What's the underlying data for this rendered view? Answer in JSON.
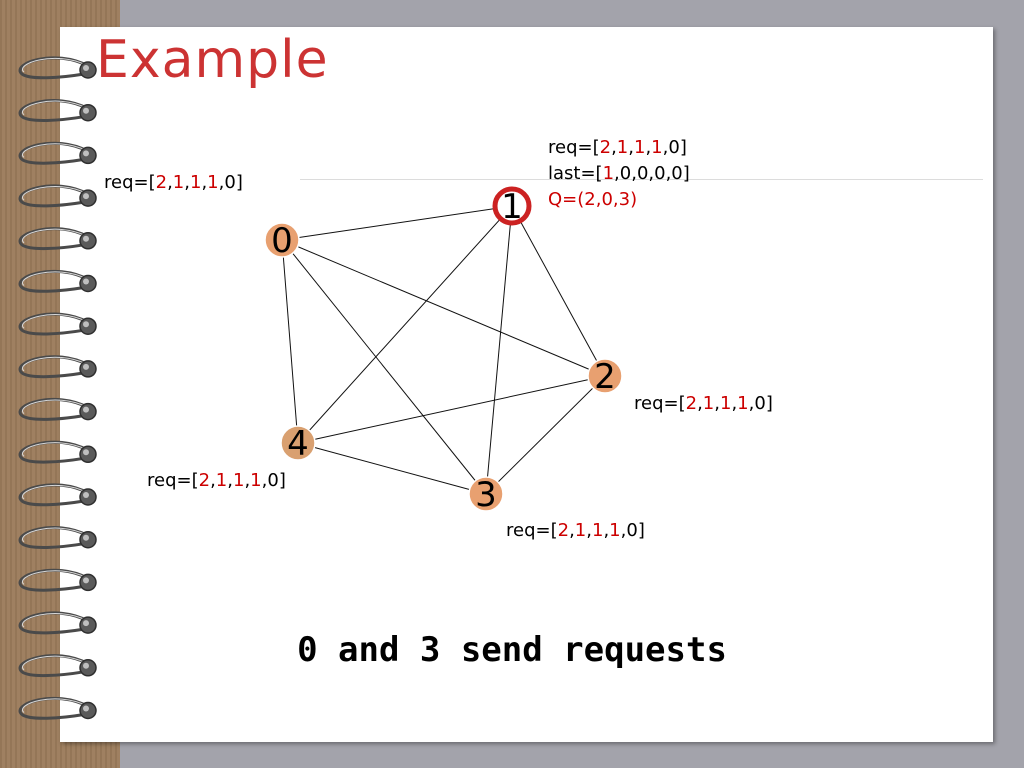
{
  "slide": {
    "title": "Example",
    "caption": "0 and 3 send requests"
  },
  "nodes": [
    {
      "id": "0",
      "label": "0",
      "fill": "#e8a070",
      "highlighted": false
    },
    {
      "id": "1",
      "label": "1",
      "fill": "#ffffff",
      "highlighted": true,
      "ring_color": "#cc2222"
    },
    {
      "id": "2",
      "label": "2",
      "fill": "#e8a070",
      "highlighted": false
    },
    {
      "id": "3",
      "label": "3",
      "fill": "#e8a070",
      "highlighted": false
    },
    {
      "id": "4",
      "label": "4",
      "fill": "#d9a070",
      "highlighted": false
    }
  ],
  "edges": [
    [
      "0",
      "1"
    ],
    [
      "0",
      "2"
    ],
    [
      "0",
      "3"
    ],
    [
      "0",
      "4"
    ],
    [
      "1",
      "2"
    ],
    [
      "1",
      "3"
    ],
    [
      "1",
      "4"
    ],
    [
      "2",
      "3"
    ],
    [
      "2",
      "4"
    ],
    [
      "3",
      "4"
    ]
  ],
  "labels": {
    "node0": {
      "req": {
        "prefix": "req=[",
        "values": [
          "2",
          "1",
          "1",
          "1"
        ],
        "last": "0",
        "suffix": "]"
      }
    },
    "node1": {
      "req": {
        "prefix": "req=[",
        "values": [
          "2",
          "1",
          "1",
          "1"
        ],
        "last": "0",
        "suffix": "]"
      },
      "last": {
        "prefix": "last=[",
        "first": "1",
        "rest": "0,0,0,0",
        "suffix": "]"
      },
      "q": "Q=(2,0,3)"
    },
    "node2": {
      "req": {
        "prefix": "req=[",
        "values": [
          "2",
          "1",
          "1",
          "1"
        ],
        "last": "0",
        "suffix": "]"
      }
    },
    "node3": {
      "req": {
        "prefix": "req=[",
        "values": [
          "2",
          "1",
          "1",
          "1"
        ],
        "last": "0",
        "suffix": "]"
      }
    },
    "node4": {
      "req": {
        "prefix": "req=[",
        "values": [
          "2",
          "1",
          "1",
          "1"
        ],
        "last": "0",
        "suffix": "]"
      }
    }
  },
  "colors": {
    "title": "#cc3333",
    "highlight": "#cc0000",
    "spine": "#9c7c5c",
    "background": "#a3a3ab"
  }
}
